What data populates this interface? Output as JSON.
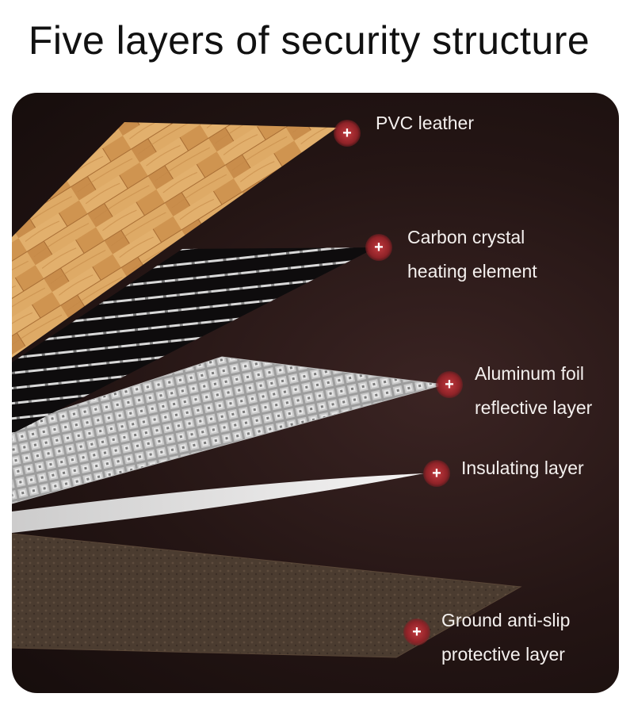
{
  "title": "Five layers of security structure",
  "layers": [
    {
      "label_lines": [
        "PVC leather"
      ],
      "marker_glyph": "+"
    },
    {
      "label_lines": [
        "Carbon crystal",
        "heating element"
      ],
      "marker_glyph": "+"
    },
    {
      "label_lines": [
        "Aluminum foil",
        "reflective layer"
      ],
      "marker_glyph": "+"
    },
    {
      "label_lines": [
        "Insulating layer"
      ],
      "marker_glyph": "+"
    },
    {
      "label_lines": [
        "Ground anti-slip",
        "protective layer"
      ],
      "marker_glyph": "+"
    }
  ],
  "marker_icon": "plus-icon",
  "colors": {
    "background": "#241514",
    "marker": "#b2303a",
    "label_text": "#f4f0ee"
  }
}
